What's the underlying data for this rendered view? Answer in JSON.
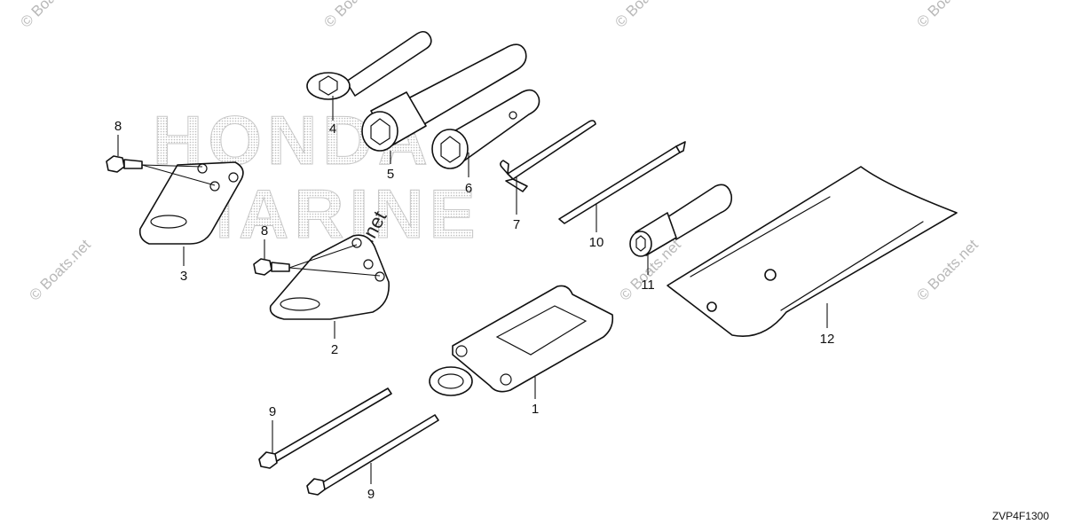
{
  "brand_logo": [
    "HONDA",
    "MARINE"
  ],
  "watermark": "© Boats.net",
  "center_watermark": "© Boats.net",
  "drawing_code": "ZVP4F1300",
  "callouts": {
    "p1": "1",
    "p2": "2",
    "p3": "3",
    "p4": "4",
    "p5": "5",
    "p6": "6",
    "p7": "7",
    "p8a": "8",
    "p8b": "8",
    "p9a": "9",
    "p9b": "9",
    "p10": "10",
    "p11": "11",
    "p12": "12"
  },
  "colors": {
    "line": "#111111",
    "watermark": "#b9b9b9",
    "background": "#ffffff"
  }
}
